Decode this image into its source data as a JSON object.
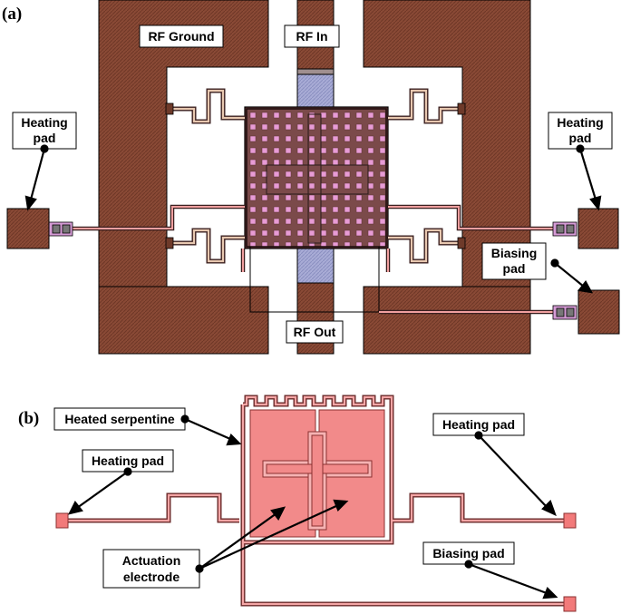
{
  "panels": {
    "a": "(a)",
    "b": "(b)"
  },
  "panel_a": {
    "rf_ground": "RF Ground",
    "rf_in": "RF In",
    "rf_out": "RF Out",
    "heating_pad_left": [
      "Heating",
      "pad"
    ],
    "heating_pad_right": [
      "Heating",
      "pad"
    ],
    "biasing_pad": [
      "Biasing",
      "pad"
    ]
  },
  "panel_b": {
    "heated_serpentine": "Heated serpentine",
    "heating_pad_left": "Heating pad",
    "heating_pad_right": "Heating pad",
    "biasing_pad": "Biasing pad",
    "actuation_electrode": [
      "Actuation",
      "electrode"
    ]
  },
  "colors": {
    "metal": "#8a4a36",
    "heater": "#f08080",
    "heater_light": "#f6a0a0",
    "signal_line": "#a9acd6",
    "outline": "#000000"
  }
}
